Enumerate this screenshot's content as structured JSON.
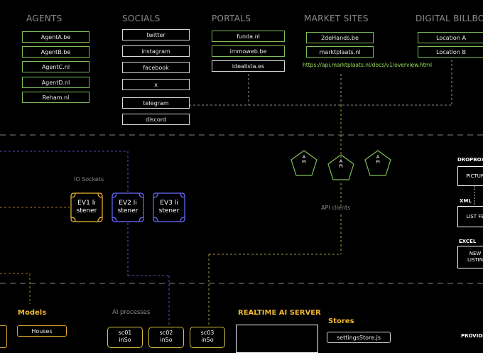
{
  "colors": {
    "green": "#7fbf5a",
    "yellow": "#f0b830",
    "blue": "#6b6bff",
    "gray": "#8c8c8c"
  },
  "headers": {
    "agents": "AGENTS",
    "socials": "SOCIALS",
    "portals": "PORTALS",
    "market_sites": "MARKET SITES",
    "billboards": "DIGITAL BILLBOARD"
  },
  "agents": [
    "AgentA.be",
    "AgentB.be",
    "AgentC.nl",
    "AgentD.nl",
    "Reham.nl"
  ],
  "socials": [
    "twitter",
    "instagram",
    "facebook",
    "x",
    "telegram",
    "discord"
  ],
  "portals": [
    "funda.nl",
    "immoweb.be",
    "idealista.es"
  ],
  "market_sites": [
    "2deHands.be",
    "marktplaats.nl"
  ],
  "market_url": "https://api.marktplaats.nl/docs/v1/overview.html",
  "billboards": [
    "Location A",
    "Location B"
  ],
  "io_sockets_label": "IO Sockets",
  "listeners": [
    "EV1 listener",
    "EV2 listener",
    "EV3 listener"
  ],
  "api_clients": [
    "API",
    "API",
    "API"
  ],
  "api_clients_label": "API clients",
  "right_panel": {
    "dropbox_label": "DROPBOX",
    "dropbox_box": "PICTUR",
    "xml_label": "XML",
    "xml_box": "LIST FE",
    "excel_label": "EXCEL",
    "excel_box_line1": "NEW",
    "excel_box_line2": "LISTIN",
    "provide_label": "PROVIDE"
  },
  "models_label": "Models",
  "models_item": "Houses",
  "ai_processes_label": "AI  processes",
  "processes": [
    {
      "id": "sc01",
      "sub": "inSo"
    },
    {
      "id": "sc02",
      "sub": "inSo"
    },
    {
      "id": "sc03",
      "sub": "inSo"
    }
  ],
  "realtime_server_label": "REALTIME AI SERVER",
  "stores_label": "Stores",
  "stores_item": "settingsStore.js"
}
